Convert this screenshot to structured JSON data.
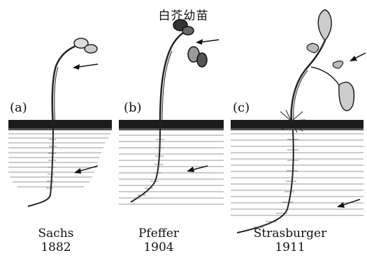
{
  "title": "白芥幼苗",
  "panels": [
    {
      "label": "(a)",
      "author": "Sachs",
      "year": "1882"
    },
    {
      "label": "(b)",
      "author": "Pfeffer",
      "year": "1904"
    },
    {
      "label": "(c)",
      "author": "Strasburger",
      "year": "1911"
    }
  ]
}
